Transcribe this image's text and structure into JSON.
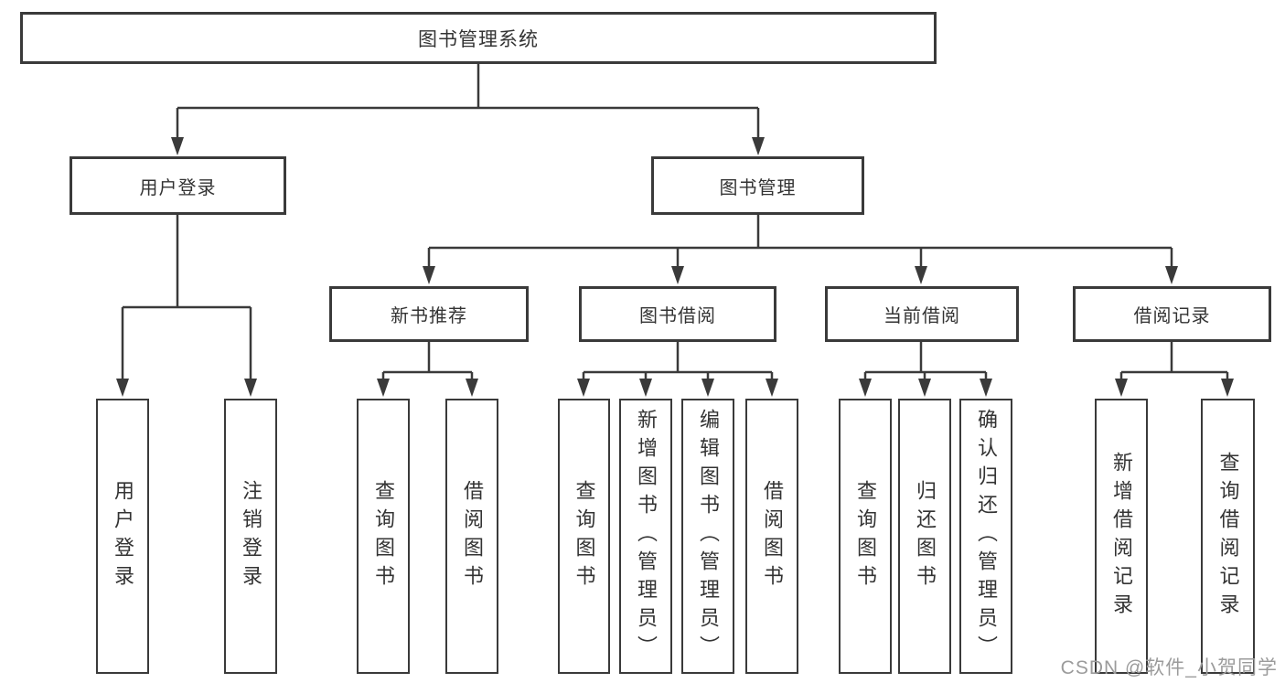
{
  "colors": {
    "line": "#3a3a3a",
    "text": "#333333",
    "box-bg": "#ffffff",
    "watermark": "#9b9b9b"
  },
  "root": {
    "label": "图书管理系统"
  },
  "level2": {
    "user_login": {
      "label": "用户登录"
    },
    "book_management": {
      "label": "图书管理"
    }
  },
  "level3": {
    "new_book_recommend": {
      "label": "新书推荐"
    },
    "book_borrow": {
      "label": "图书借阅"
    },
    "current_borrow": {
      "label": "当前借阅"
    },
    "borrow_record": {
      "label": "借阅记录"
    }
  },
  "leaves": {
    "user_login": [
      {
        "label": "用户登录"
      },
      {
        "label": "注销登录"
      }
    ],
    "new_book_recommend": [
      {
        "label": "查询图书"
      },
      {
        "label": "借阅图书"
      }
    ],
    "book_borrow": [
      {
        "label": "查询图书"
      },
      {
        "label": "新增图书（管理员）"
      },
      {
        "label": "编辑图书（管理员）"
      },
      {
        "label": "借阅图书"
      }
    ],
    "current_borrow": [
      {
        "label": "查询图书"
      },
      {
        "label": "归还图书"
      },
      {
        "label": "确认归还（管理员）"
      }
    ],
    "borrow_record": [
      {
        "label": "新增借阅记录"
      },
      {
        "label": "查询借阅记录"
      }
    ]
  },
  "watermark": {
    "text": "CSDN @软件_小贺同学"
  }
}
